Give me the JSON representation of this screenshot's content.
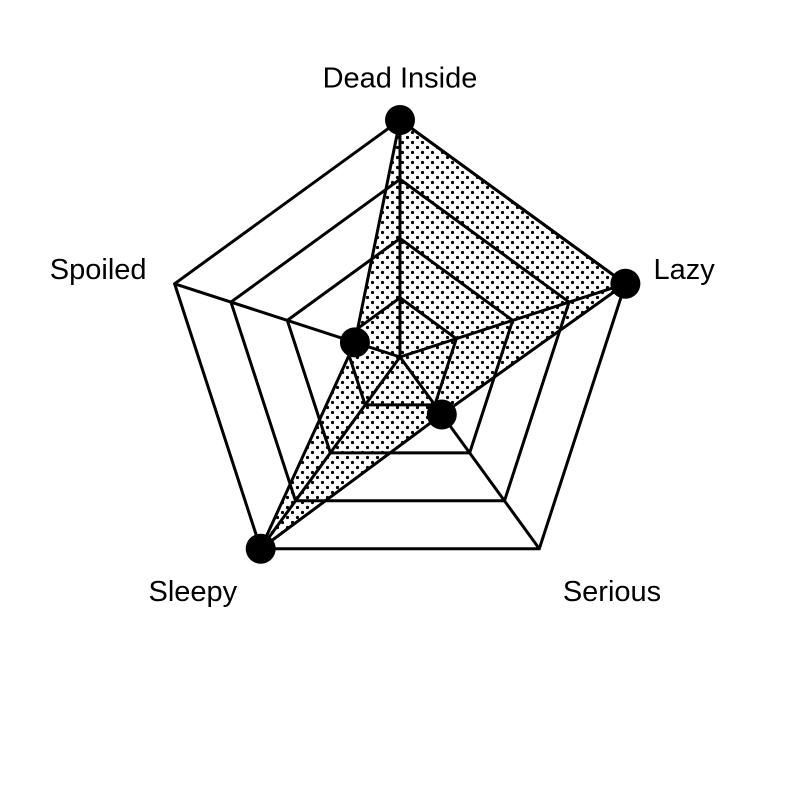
{
  "chart_data": {
    "type": "radar",
    "title": "",
    "categories": [
      "Dead Inside",
      "Lazy",
      "Serious",
      "Sleepy",
      "Spoiled"
    ],
    "series": [
      {
        "values": [
          1.0,
          1.0,
          0.3,
          1.0,
          0.2
        ]
      }
    ],
    "range": [
      0,
      1
    ],
    "rings": [
      0.25,
      0.5,
      0.75,
      1.0
    ],
    "grid": true,
    "legend": "none",
    "fill_pattern": "dots"
  },
  "colors": {
    "line": "#000000",
    "marker": "#000000",
    "background": "#ffffff",
    "fill_dot": "#000000"
  }
}
